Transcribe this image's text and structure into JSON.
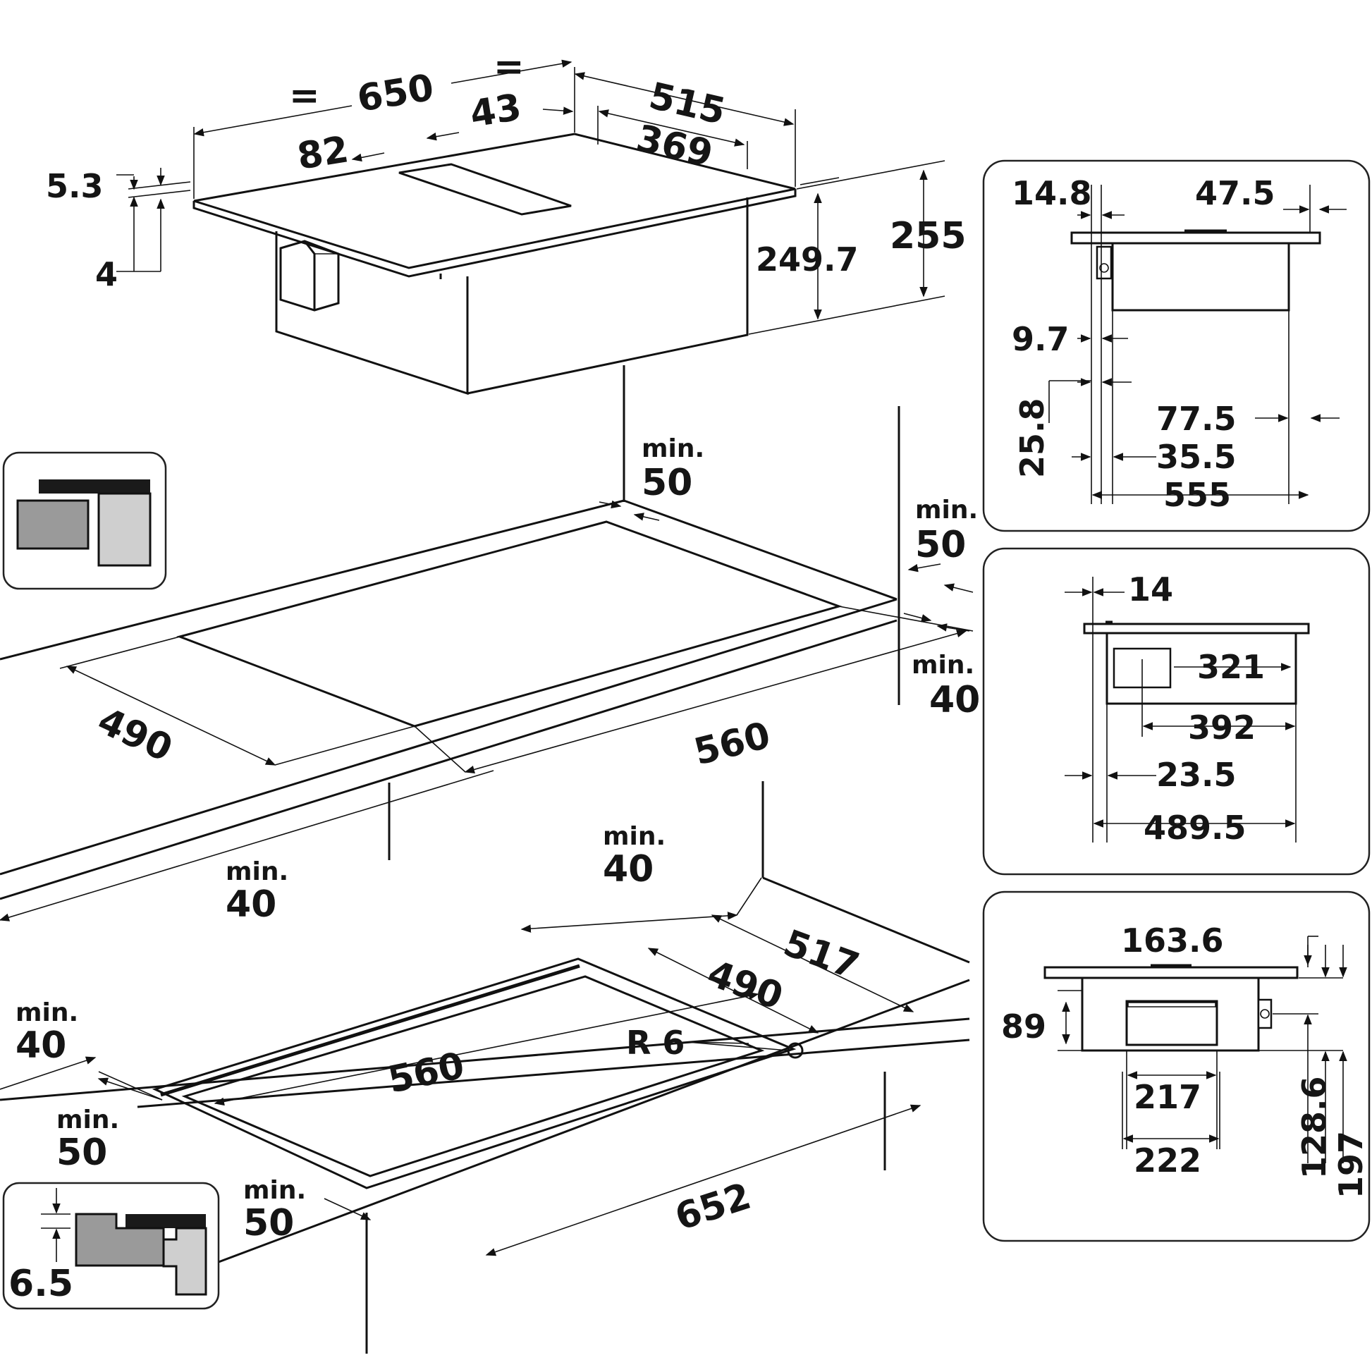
{
  "colors": {
    "line": "#111111",
    "panel_border": "#222222",
    "grey_dark": "#9a9a9a",
    "grey_light": "#cfcfcf",
    "black_bar": "#1a1a1a"
  },
  "top_view": {
    "eq_left": "=",
    "eq_right": "=",
    "width": "650",
    "depth": "515",
    "vent_offset": "43",
    "inner_depth": "369",
    "left_offset": "82",
    "glass_thickness": "5.3",
    "frame": "4",
    "body_height": "249.7",
    "total_height": "255"
  },
  "cutout_top": {
    "clear_top_label": "min.",
    "clear_top": "50",
    "clear_right_label": "min.",
    "clear_right": "50",
    "clear_front_label": "min.",
    "clear_front": "40",
    "cut_depth": "490",
    "cut_width": "560",
    "clear_bottom_label": "min.",
    "clear_bottom": "40"
  },
  "cutout_flush": {
    "clear_back_label": "min.",
    "clear_back": "40",
    "outer_depth": "517",
    "inner_depth": "490",
    "radius": "R 6",
    "inner_width": "560",
    "clear_left_label": "min.",
    "clear_left": "40",
    "clear_wall_label": "min.",
    "clear_wall": "50",
    "clear_front_label": "min.",
    "clear_front": "50",
    "outer_width": "652",
    "recess": "6.5"
  },
  "detail_side": {
    "left_edge": "14.8",
    "right_edge": "47.5",
    "gap": "9.7",
    "depth_a": "25.8",
    "inset_right": "77.5",
    "inset_left": "35.5",
    "total": "555"
  },
  "detail_front": {
    "edge": "14",
    "opening": "321",
    "opening_span": "392",
    "offset": "23.5",
    "total": "489.5"
  },
  "detail_back": {
    "top_span": "163.6",
    "outlet_height": "89",
    "outlet_inner": "217",
    "outlet_outer": "222",
    "height_a": "128.6",
    "height_b": "197"
  }
}
